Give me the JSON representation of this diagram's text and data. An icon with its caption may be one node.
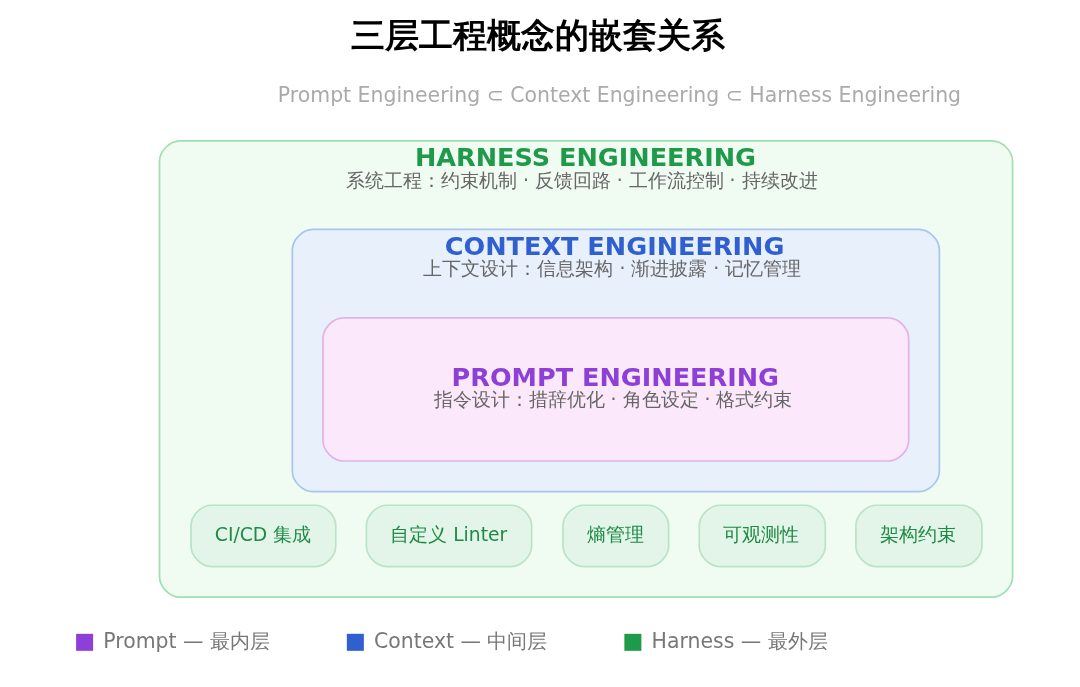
{
  "diagram": {
    "title": "三层工程概念的嵌套关系",
    "nodes": [
      {
        "text": [
          "HARNESS ENGINEERING",
          "系统工程：约束机制 · 反馈回路 · 工作流控制 · 持续改进"
        ]
      },
      {
        "text": [
          "CONTEXT ENGINEERING",
          "上下文设计：信息架构 · 渐进披露 · 记忆管理"
        ],
        "in": 0
      },
      {
        "text": [
          "PROMPT ENGINEERING",
          "指令设计：措辞优化 · 角色设定 · 格式约束"
        ],
        "in": 1
      },
      {
        "text": [
          "CI/CD 集成"
        ],
        "in": 0
      },
      {
        "text": [
          "自定义 Linter"
        ],
        "in": 0
      },
      {
        "text": [
          "熵管理"
        ],
        "in": 0
      },
      {
        "text": [
          "可观测性"
        ],
        "in": 0
      },
      {
        "text": [
          "架构约束"
        ],
        "in": 0
      }
    ],
    "edges": [],
    "labels": [
      "Prompt Engineering ⊂ Context Engineering ⊂ Harness Engineering"
    ],
    "legend": [
      {
        "text": "Prompt — 最内层",
        "color": "#8e3fd6"
      },
      {
        "text": "Context — 中间层",
        "color": "#2f5fd0"
      },
      {
        "text": "Harness — 最外层",
        "color": "#1f9a4a"
      }
    ]
  }
}
